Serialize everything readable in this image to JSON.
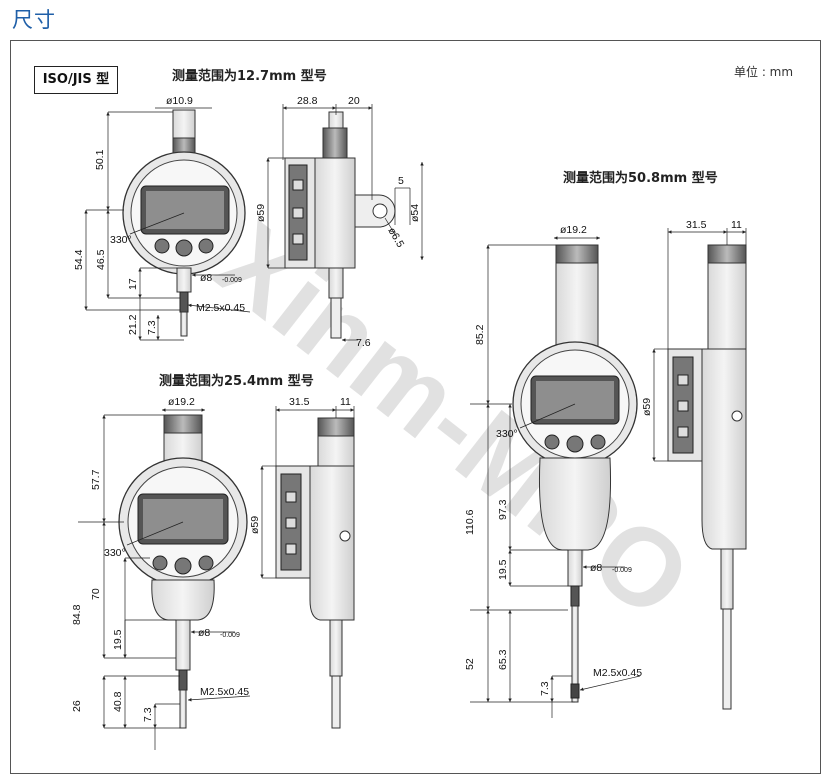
{
  "header": {
    "title": "尺寸"
  },
  "panel": {
    "type_label": "ISO/JIS 型",
    "unit_label": "单位 : mm",
    "watermark": "Xinm-MRO"
  },
  "models": {
    "m127": {
      "title": "测量范围为12.7mm 型号",
      "dims": {
        "stem_dia": "ø10.9",
        "top": "50.1",
        "body_h1": "54.4",
        "body_h2": "46.5",
        "stem_len": "17",
        "tip_total": "21.2",
        "tip": "7.3",
        "angle": "330°",
        "stem": "ø8",
        "stem_tol": "-0.009",
        "thread": "M2.5x0.45",
        "side_depth": "28.8",
        "side_lug": "20",
        "side_dia": "ø59",
        "lug_w": "5",
        "lug_dia": "ø54",
        "hole": "ø6.5",
        "spindle": "7.6"
      }
    },
    "m254": {
      "title": "测量范围为25.4mm 型号",
      "dims": {
        "cap_dia": "ø19.2",
        "top": "57.7",
        "angle": "330°",
        "body": "70",
        "total": "84.8",
        "stem_len": "19.5",
        "low": "40.8",
        "tip_total": "26",
        "tip": "7.3",
        "stem": "ø8",
        "stem_tol": "-0.009",
        "thread": "M2.5x0.45",
        "side_depth": "31.5",
        "side_cap": "11",
        "side_dia": "ø59"
      }
    },
    "m508": {
      "title": "测量范围为50.8mm 型号",
      "dims": {
        "cap_dia": "ø19.2",
        "top": "85.2",
        "angle": "330°",
        "total": "110.6",
        "body": "97.3",
        "stem_len": "19.5",
        "low": "65.3",
        "tip_total": "52",
        "tip": "7.3",
        "stem": "ø8",
        "stem_tol": "-0.009",
        "thread": "M2.5x0.45",
        "side_depth": "31.5",
        "side_cap": "11",
        "side_dia": "ø59"
      }
    }
  }
}
